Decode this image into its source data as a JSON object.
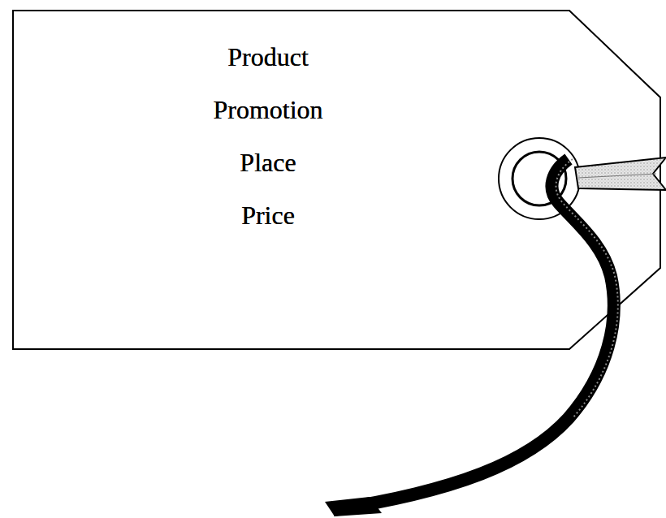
{
  "diagram": {
    "nodes": [
      {
        "text": [
          "Product",
          "Promotion",
          "Place",
          "Price"
        ]
      }
    ]
  }
}
